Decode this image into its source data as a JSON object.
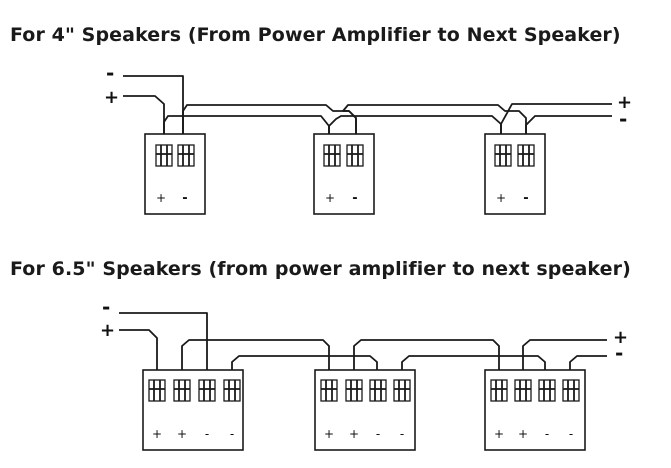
{
  "section_4in": {
    "title": "For 4\" Speakers (From Power Amplifier to Next Speaker)",
    "input_minus": "-",
    "input_plus": "+",
    "output_plus": "+",
    "output_minus": "-",
    "terminal_labels": [
      "+",
      "-"
    ],
    "speaker_count": 3
  },
  "section_65in": {
    "title": "For 6.5\" Speakers (from power amplifier to next speaker)",
    "input_minus": "-",
    "input_plus": "+",
    "output_plus": "+",
    "output_minus": "-",
    "terminal_labels": [
      "+",
      "+",
      "-",
      "-"
    ],
    "speaker_count": 3
  },
  "colors": {
    "line": "#1a1a1a",
    "background": "#ffffff"
  }
}
